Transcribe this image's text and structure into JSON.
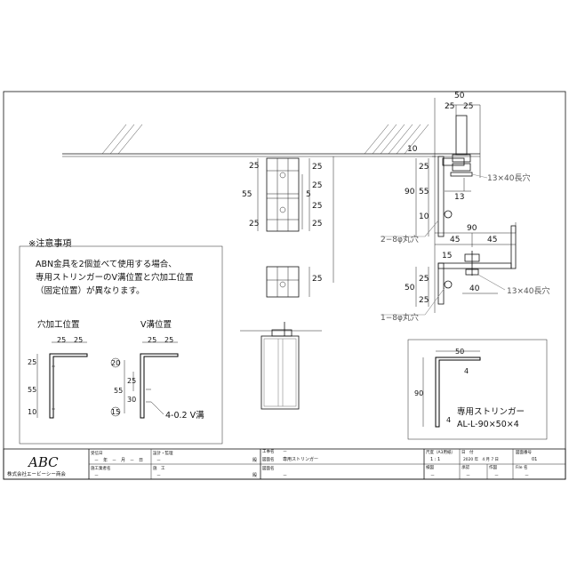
{
  "notes": {
    "heading": "※注意事項",
    "lines": [
      "ABN金具を2個並べて使用する場合、",
      "専用ストリンガーのV溝位置と穴加工位置",
      "（固定位置）が異なります。"
    ],
    "left_label": "穴加工位置",
    "right_label": "V溝位置",
    "left_dims": {
      "w1": "25",
      "w2": "25",
      "h1": "25",
      "h2": "55",
      "h3": "10"
    },
    "right_dims": {
      "w1": "25",
      "w2": "25",
      "c1": "20",
      "c2": "15",
      "v1": "55",
      "v2": "25",
      "v3": "30"
    },
    "vgroove": "4-0.2 V溝"
  },
  "stringer": {
    "label": "専用ストリンガー",
    "spec": "AL-L-90×50×4",
    "dims": {
      "top": "50",
      "side": "90",
      "t1": "4",
      "t2": "4"
    }
  },
  "plan_dims": {
    "left": [
      "25",
      "55",
      "25"
    ],
    "right": [
      "25",
      "25",
      "5",
      "25",
      "25",
      "25"
    ]
  },
  "side_top_dims": {
    "w": "50",
    "a": "25",
    "b": "25",
    "h": "10",
    "v1": "90",
    "v2": "55",
    "v3": "25",
    "v4": "10",
    "m": "13"
  },
  "side_lower_dims": {
    "w": "90",
    "a": "45",
    "b": "45",
    "c": "15",
    "d": "50",
    "e": "25",
    "f": "40",
    "g": "25"
  },
  "callouts": {
    "slot_top": "13×40長穴",
    "hole_upper": "2−8φ丸穴",
    "slot_lower": "13×40長穴",
    "hole_lower": "1−8φ丸穴"
  },
  "company": {
    "name": "株式会社エービーシー商会",
    "logo": "ABC"
  },
  "titleblock": {
    "order_date_label": "受信日",
    "order_date_value": "－　年　－　月　－　日",
    "design_label": "設計・監理",
    "design_value": "－",
    "design_suffix": "殿",
    "contractor_label": "施工業者名",
    "contractor_value": "－",
    "builder_label": "施　工",
    "builder_value": "－",
    "builder_suffix": "殿",
    "project_label": "工事名",
    "project_value": "－",
    "drawing_label": "図面名",
    "drawing_value": "専用ストリンガー",
    "pattern_label": "図面名",
    "pattern_value": "－",
    "scale_label": "尺度（A3用紙）",
    "scale_value": "1 : 1",
    "date_label": "日　付",
    "date_value": "2020 年　4 月 7 日",
    "number_label": "図面番号",
    "number_value": "01",
    "check_label": "検図",
    "check_value": "－",
    "approve_label": "承認",
    "approve_value": "－",
    "draw_label": "作図",
    "draw_value": "－",
    "file_label": "File 名",
    "file_value": "－"
  }
}
